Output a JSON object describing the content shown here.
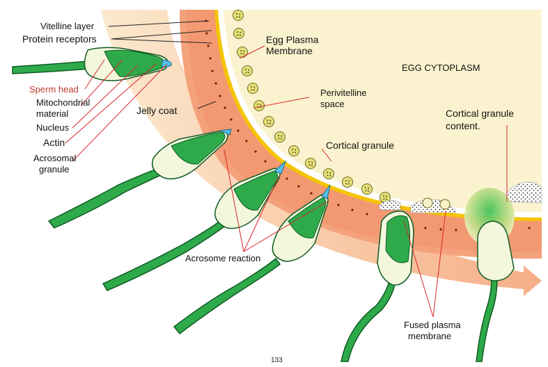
{
  "labels": {
    "vitelline_layer": "Vitelline layer",
    "protein_receptors": "Protein receptors",
    "egg_plasma_membrane_1": "Egg Plasma",
    "egg_plasma_membrane_2": "Membrane",
    "egg_cytoplasm": "EGG CYTOPLASM",
    "perivitelline_1": "Perivitelline",
    "perivitelline_2": "space",
    "cortical_granule": "Cortical granule",
    "cortical_content_1": "Cortical granule",
    "cortical_content_2": "content.",
    "sperm_head": "Sperm head",
    "mito_1": "Mitochondrial",
    "mito_2": "material",
    "nucleus": "Nucleus",
    "actin": "Actin",
    "acro_1": "Acrosomal",
    "acro_2": "granule",
    "jelly_coat": "Jelly coat",
    "acrosome_reaction": "Acrosome reaction",
    "fused_1": "Fused plasma",
    "fused_2": "membrane"
  },
  "page_number": "133",
  "colors": {
    "cytoplasm": "#fbf3cf",
    "jelly": "#f3a07a",
    "vitelline": "#f2c400",
    "sperm_green": "#2eaa4a",
    "sperm_dark": "#0d5a22",
    "granule": "#e6df7a",
    "pointer": "#d9252a"
  }
}
